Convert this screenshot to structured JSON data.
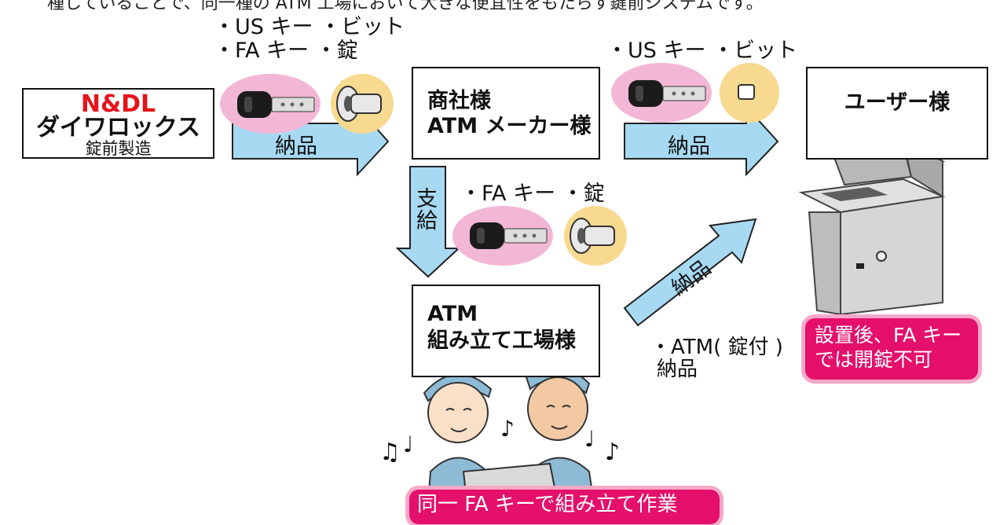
{
  "top_caption": "種していることで、同一種の ATM 工場において大きな便宜性をもたらす鍵前システムです。",
  "supply_left": {
    "line1": "・US キー ・ビット",
    "line2": "・FA キー ・錠"
  },
  "supply_right": {
    "line1": "・US キー ・ビット"
  },
  "supply_mid": {
    "line1": "・FA キー ・錠"
  },
  "manufacturer": {
    "logo_text": "N&DL",
    "name": "ダイワロックス",
    "sub": "錠前製造"
  },
  "trading": {
    "line1": "商社様",
    "line2": "ATM メーカー様"
  },
  "user": {
    "label": "ユーザー様"
  },
  "factory": {
    "line1": "ATM",
    "line2": "組み立て工場様"
  },
  "arrows": {
    "deliver_1": "納品",
    "deliver_2": "納品",
    "supply": "支給",
    "deliver_diag": "納品"
  },
  "atm_note": {
    "line1": "・ATM( 錠付 )",
    "line2": "納品"
  },
  "callouts": {
    "user_note_1": "設置後、FA キー",
    "user_note_2": "では開錠不可",
    "factory_note": "同一 FA キーで組み立て作業"
  },
  "colors": {
    "arrow_fill": "#a7d9f2",
    "key_bg": "#f3b7d6",
    "lock_bg": "#f7d98f",
    "callout": "#e4106b",
    "logo_red": "#e4141b"
  }
}
